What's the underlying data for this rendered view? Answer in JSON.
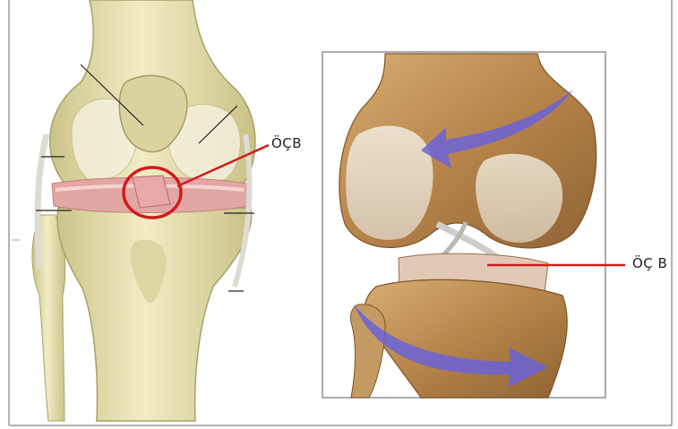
{
  "annotations": {
    "left_label": "ÖÇB",
    "right_label": "ÖÇ B"
  },
  "colors": {
    "highlight_red": "#d01c1c",
    "bone_cream": "#efe8b8",
    "bone_tan": "#b98a4f",
    "cartilage_pink": "#e3a7a3",
    "arrow_blue": "#6a63d8",
    "ligament_gray": "#cfcfc8",
    "frame_gray": "#9a9a9a"
  },
  "illustrations": {
    "left": "knee-front-view",
    "right": "knee-rotation-view"
  }
}
